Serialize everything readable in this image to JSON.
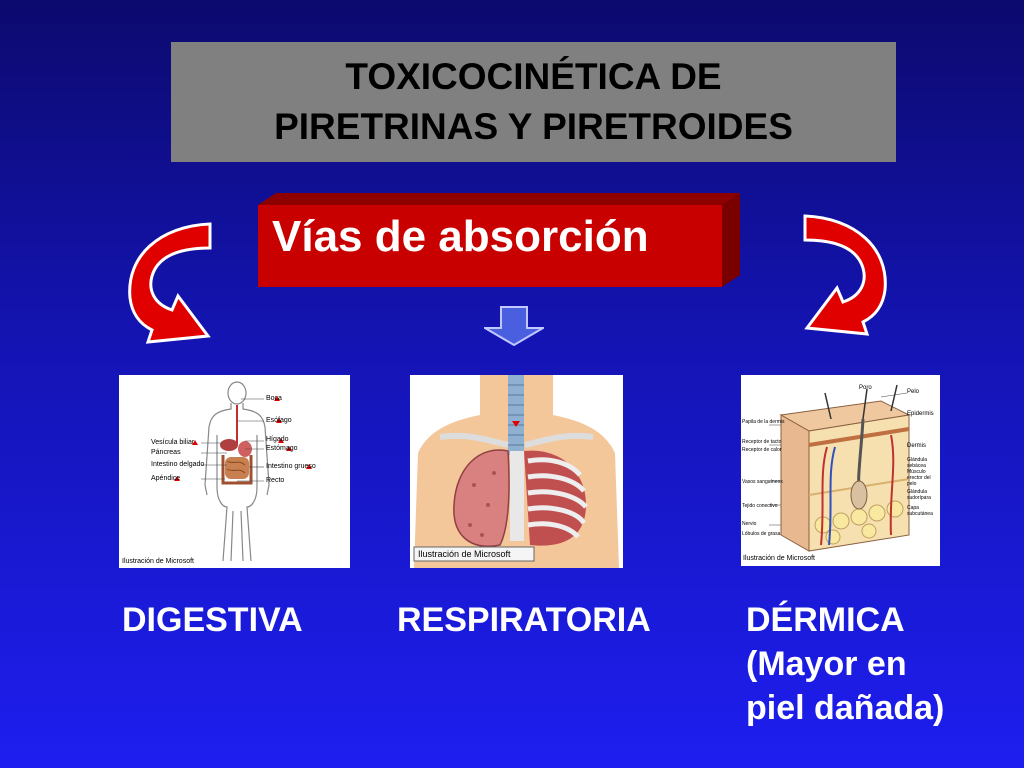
{
  "title": {
    "line1": "TOXICOCINÉTICA DE",
    "line2": "PIRETRINAS Y PIRETROIDES"
  },
  "banner": {
    "text": "Vías de absorción"
  },
  "colors": {
    "background": "#1414b4",
    "title_box": "#808080",
    "banner": "#c00000",
    "arrows": "#e00000",
    "down_arrow": "#4a5fe0",
    "labels": "#ffffff"
  },
  "icons": [
    "curved-arrow-left-icon",
    "curved-arrow-right-icon",
    "down-arrow-icon"
  ],
  "routes": [
    {
      "label": "DIGESTIVA",
      "credit": "Ilustración de Microsoft",
      "annotations": [
        "Boca",
        "Esófago",
        "Hígado",
        "Estómago",
        "Vesícula biliar",
        "Páncreas",
        "Intestino delgado",
        "Intestino grueso",
        "Recto",
        "Apéndice"
      ]
    },
    {
      "label": "RESPIRATORIA",
      "credit": "Ilustración de Microsoft"
    },
    {
      "label_line1": "DÉRMICA",
      "label_line2": "(Mayor en",
      "label_line3": "piel dañada)",
      "credit": "Ilustración de Microsoft",
      "annotations": [
        "Pelo",
        "Poro",
        "Epidermis",
        "Papila de la dermis",
        "Receptor de tacto",
        "Receptor de calor",
        "Dermis",
        "Glándula sebácea",
        "Músculo erector del pelo",
        "Vasos sanguíneos",
        "Glándula sudorípara",
        "Tejido conectivo",
        "Nervio",
        "Lóbulos de grasa",
        "Capa subcutánea"
      ]
    }
  ]
}
